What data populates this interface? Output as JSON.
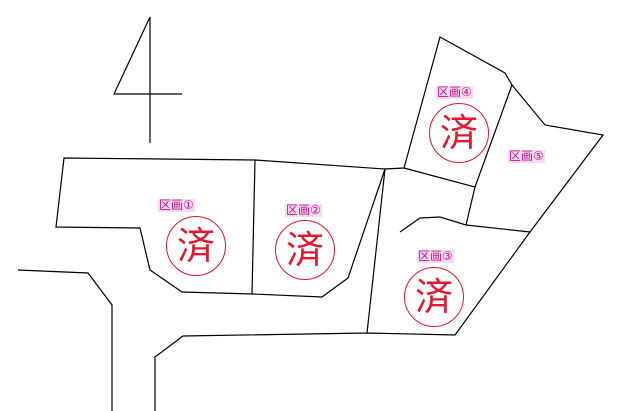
{
  "lots": [
    {
      "label": "区画①",
      "status": "済"
    },
    {
      "label": "区画②",
      "status": "済"
    },
    {
      "label": "区画③",
      "status": "済"
    },
    {
      "label": "区画④",
      "status": "済"
    },
    {
      "label": "区画⑤",
      "status": ""
    }
  ],
  "colors": {
    "label": "#c01890",
    "stamp": "#e01830",
    "lines": "#000000"
  },
  "north_arrow": "north-arrow-icon"
}
